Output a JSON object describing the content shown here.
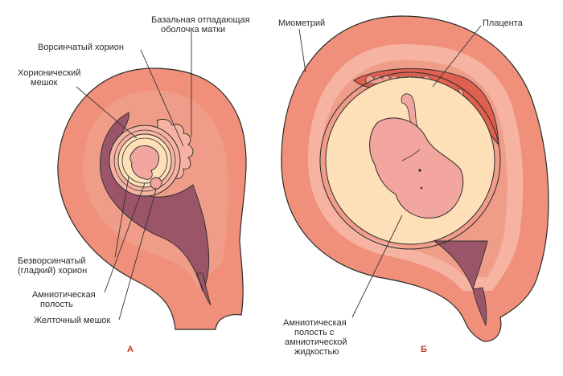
{
  "colors": {
    "uterus_outer": "#f0907a",
    "uterus_mid": "#f6b3a2",
    "uterus_wall": "#e8826e",
    "decidua": "#ef9c88",
    "cavity_dark": "#9a5668",
    "sac": "#fde0b8",
    "embryo": "#f3a6a0",
    "placenta": "#e0604f",
    "placenta_light": "#f0a090",
    "outline": "#2b2b2b",
    "letter": "#c0392b"
  },
  "panel_a": {
    "letter": "А",
    "labels": {
      "basal_decidua_1": "Базальная отпадающая",
      "basal_decidua_2": "оболочка матки",
      "villous_chorion": "Ворсинчатый хорион",
      "chorionic_sac_1": "Хорионический",
      "chorionic_sac_2": "мешок",
      "smooth_chorion_1": "Безворсинчатый",
      "smooth_chorion_2": "(гладкий) хорион",
      "amniotic_cavity_1": "Амниотическая",
      "amniotic_cavity_2": "полость",
      "yolk_sac": "Желточный мешок"
    }
  },
  "panel_b": {
    "letter": "Б",
    "labels": {
      "myometrium": "Миометрий",
      "placenta": "Плацента",
      "amniotic_fluid_1": "Амниотическая",
      "amniotic_fluid_2": "полость с",
      "amniotic_fluid_3": "амниотической",
      "amniotic_fluid_4": "жидкостью"
    }
  }
}
